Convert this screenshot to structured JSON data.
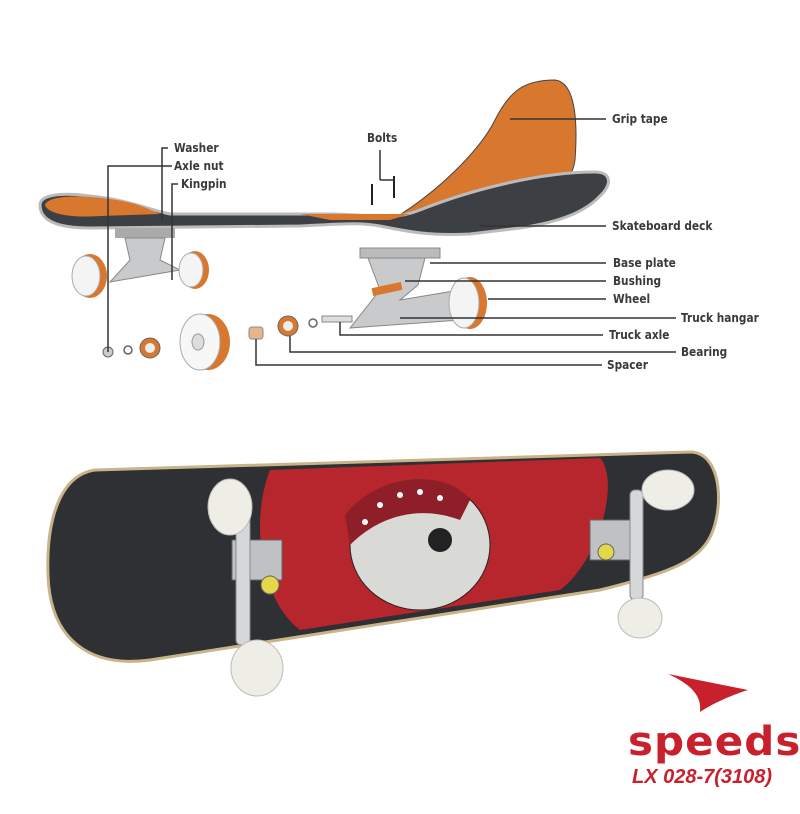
{
  "diagram": {
    "labels": {
      "grip_tape": "Grip tape",
      "bolts": "Bolts",
      "washer": "Washer",
      "axle_nut": "Axle nut",
      "kingpin": "Kingpin",
      "skateboard_deck": "Skateboard deck",
      "base_plate": "Base plate",
      "bushing": "Bushing",
      "wheel": "Wheel",
      "truck_hangar": "Truck hangar",
      "truck_axle": "Truck axle",
      "bearing": "Bearing",
      "spacer": "Spacer"
    },
    "colors": {
      "grip": "#d8782e",
      "deck_bottom": "#3c3f44",
      "metal": "#c9cacc",
      "line": "#333333"
    }
  },
  "product": {
    "brand": "speeds",
    "model": "LX 028-7(3108)",
    "colors": {
      "brand": "#c8202c",
      "deck_graphic": "#c8262c",
      "wheel": "#eeeee6"
    }
  }
}
